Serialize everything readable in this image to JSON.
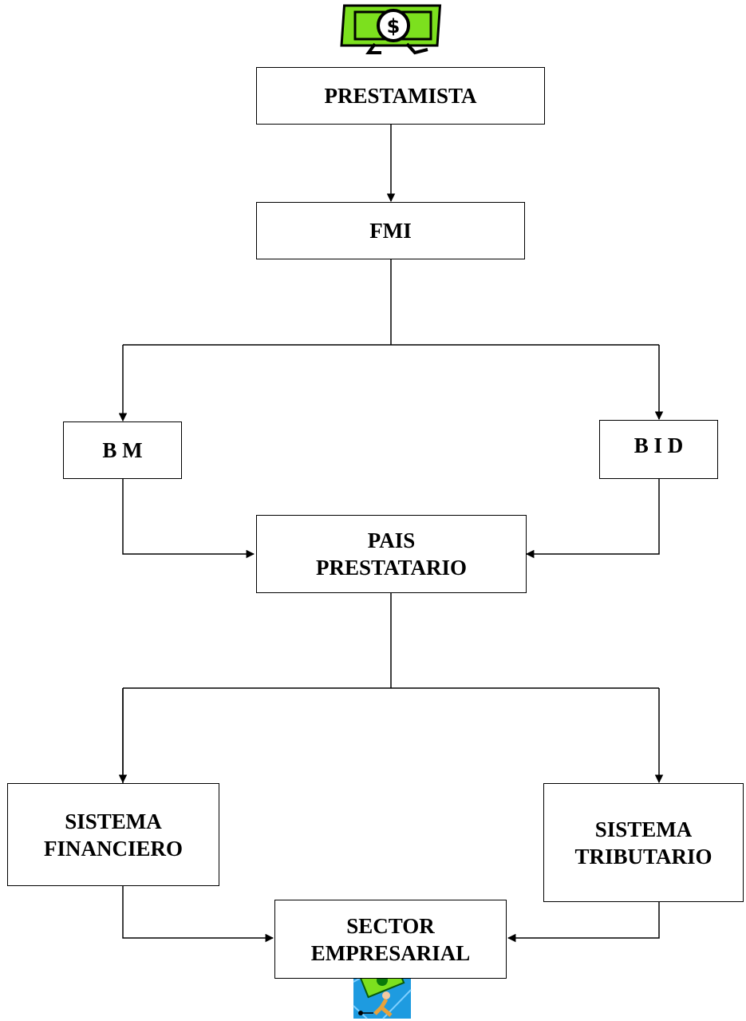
{
  "nodes": {
    "prestamista": {
      "lines": [
        "PRESTAMISTA"
      ]
    },
    "fmi": {
      "lines": [
        "FMI"
      ]
    },
    "bm": {
      "lines": [
        "B M"
      ]
    },
    "bid": {
      "lines": [
        "B I D"
      ]
    },
    "pais": {
      "lines": [
        "PAIS",
        "PRESTATARIO"
      ]
    },
    "sistema_financiero": {
      "lines": [
        "SISTEMA",
        "FINANCIERO"
      ]
    },
    "sistema_tributario": {
      "lines": [
        "SISTEMA",
        "TRIBUTARIO"
      ]
    },
    "sector": {
      "lines": [
        "SECTOR",
        "EMPRESARIAL"
      ]
    }
  },
  "icons": {
    "top": "money-bill-icon",
    "bottom": "money-carrier-icon"
  },
  "colors": {
    "line": "#000000",
    "bill_green": "#7CE01E",
    "bottom_icon_blue": "#1E9BE0"
  }
}
